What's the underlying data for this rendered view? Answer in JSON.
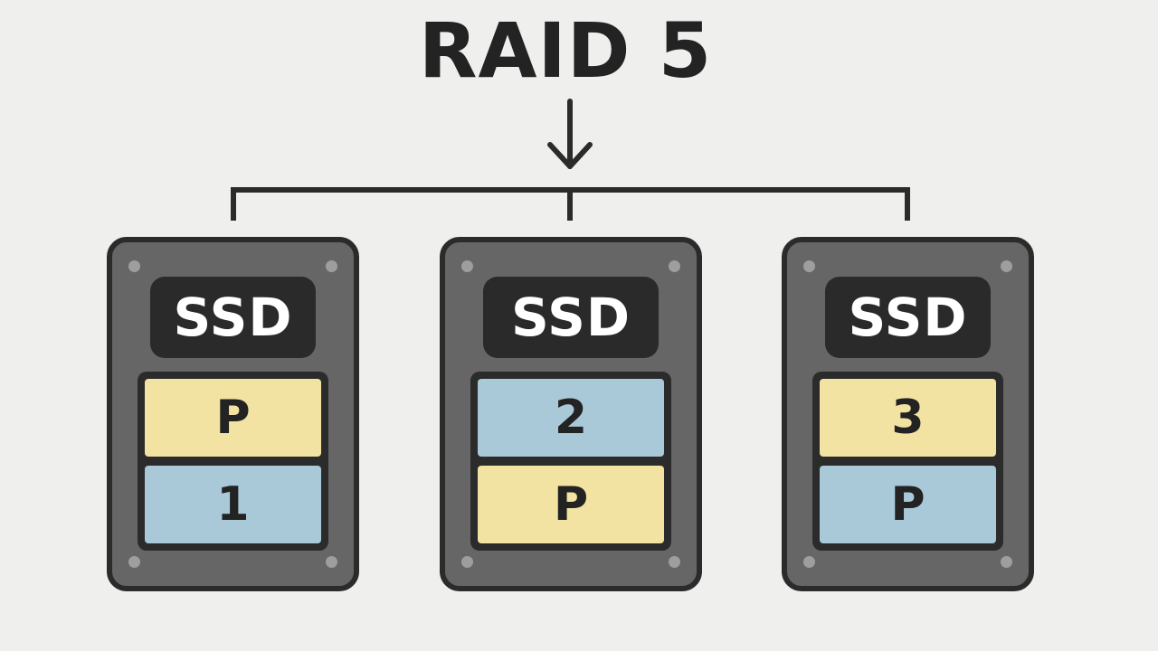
{
  "title": "RAID 5",
  "colors": {
    "background": "#efefed",
    "ssd_body": "#666666",
    "ssd_outline": "#2b2b2b",
    "label_bg": "#2a2a2a",
    "parity_block": "#f2e3a2",
    "data_block": "#a9c9d9",
    "line": "#2b2b2b"
  },
  "drives": [
    {
      "label": "SSD",
      "blocks": [
        {
          "text": "P",
          "kind": "parity"
        },
        {
          "text": "1",
          "kind": "data"
        }
      ]
    },
    {
      "label": "SSD",
      "blocks": [
        {
          "text": "2",
          "kind": "data"
        },
        {
          "text": "P",
          "kind": "parity"
        }
      ]
    },
    {
      "label": "SSD",
      "blocks": [
        {
          "text": "3",
          "kind": "parity"
        },
        {
          "text": "P",
          "kind": "data"
        }
      ]
    }
  ]
}
